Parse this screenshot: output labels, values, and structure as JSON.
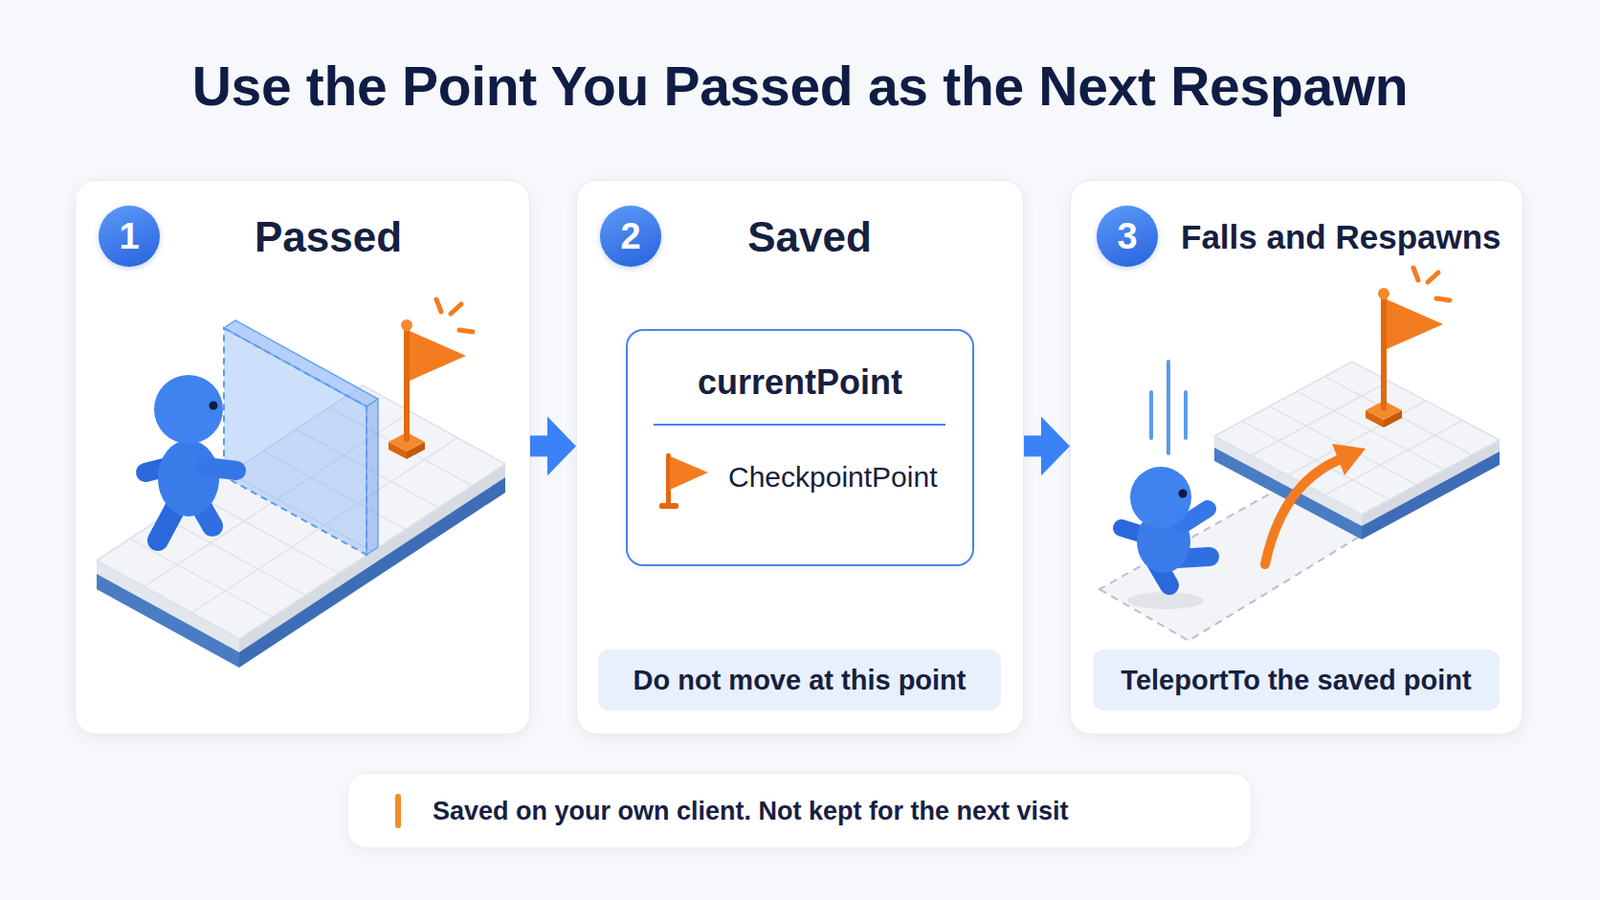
{
  "diagram": {
    "title": "Use the Point You Passed as the Next Respawn",
    "nodes": [
      {
        "text": [
          "Passed"
        ]
      },
      {
        "text": [
          "1"
        ],
        "in": 0
      },
      {
        "text": [
          "Saved"
        ]
      },
      {
        "text": [
          "2"
        ],
        "in": 2
      },
      {
        "text": [
          "currentPoint",
          "CheckpointPoint"
        ],
        "in": 2
      },
      {
        "text": [
          "Do not move at this point"
        ],
        "in": 2
      },
      {
        "text": [
          "Falls and Respawns"
        ]
      },
      {
        "text": [
          "3"
        ],
        "in": 6
      },
      {
        "text": [
          "TeleportTo the saved point"
        ],
        "in": 6
      },
      {
        "text": [
          "Saved on your own client. Not kept for the next visit"
        ]
      }
    ],
    "edges": [
      {
        "from": 0,
        "to": 2,
        "arrow": "to"
      },
      {
        "from": 2,
        "to": 6,
        "arrow": "to"
      }
    ]
  }
}
